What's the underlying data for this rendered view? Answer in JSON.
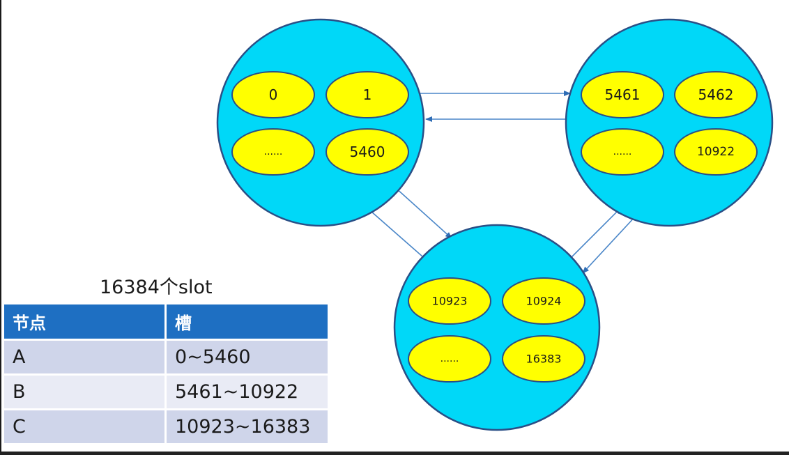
{
  "diagram": {
    "nodes": [
      {
        "id": "A",
        "slots": [
          "0",
          "1",
          "......",
          "5460"
        ]
      },
      {
        "id": "B",
        "slots": [
          "5461",
          "5462",
          "......",
          "10922"
        ]
      },
      {
        "id": "C",
        "slots": [
          "10923",
          "10924",
          "......",
          "16383"
        ]
      }
    ],
    "colors": {
      "node_fill": "#00d8f8",
      "node_stroke": "#2a4f86",
      "slot_fill": "#ffff00",
      "arrow": "#4a86c8",
      "table_header": "#1e6fc2",
      "table_row_odd": "#cfd5ea",
      "table_row_even": "#e9ebf5"
    }
  },
  "caption": "16384个slot",
  "table": {
    "headers": [
      "节点",
      "槽"
    ],
    "rows": [
      [
        "A",
        "0~5460"
      ],
      [
        "B",
        "5461~10922"
      ],
      [
        "C",
        "10923~16383"
      ]
    ]
  }
}
